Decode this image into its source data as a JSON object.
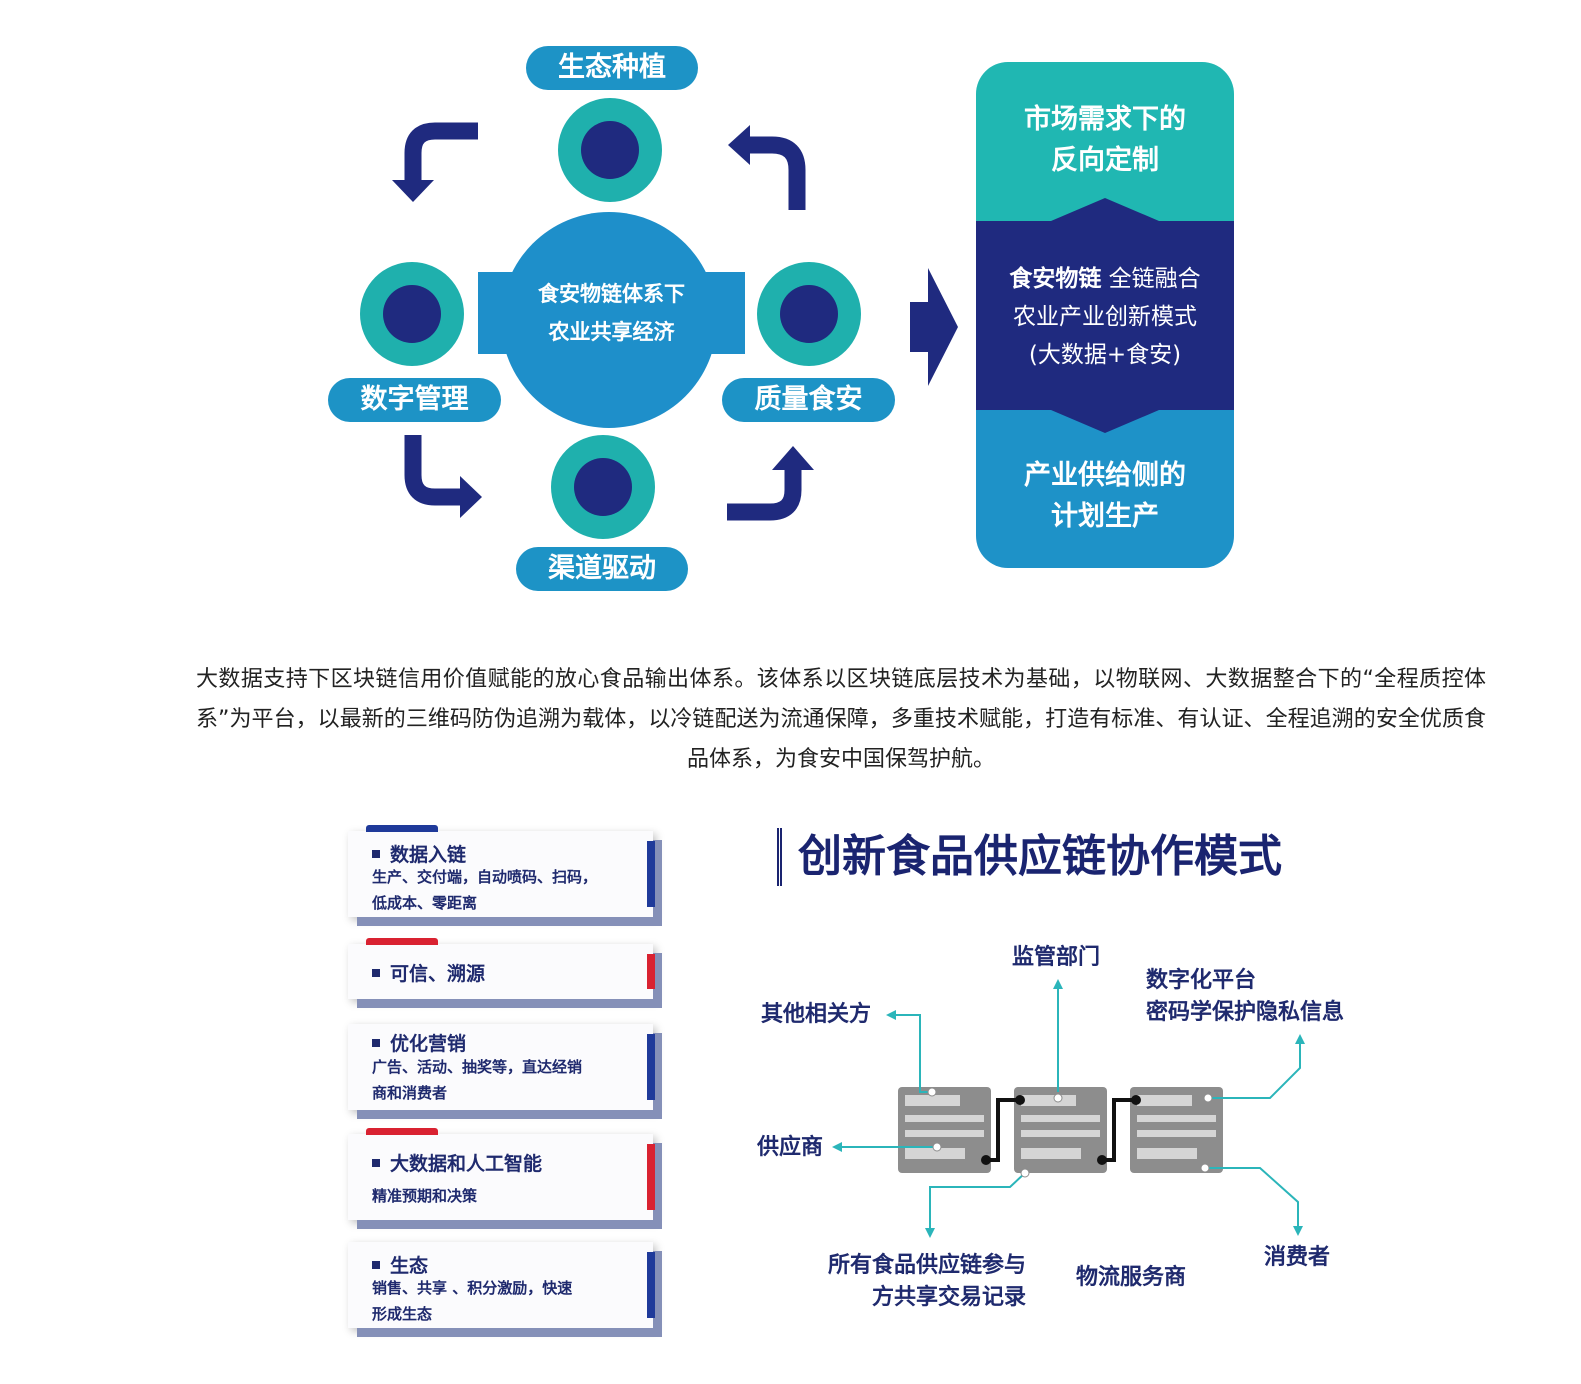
{
  "ecosystem": {
    "center": {
      "line1": "食安物链体系下",
      "line2": "农业共享经济"
    },
    "nodes": {
      "top": "生态种植",
      "left": "数字管理",
      "right": "质量食安",
      "bottom": "渠道驱动"
    }
  },
  "stack": {
    "top": {
      "line1": "市场需求下的",
      "line2": "反向定制"
    },
    "middle": {
      "brand": "食安物链",
      "line1_rest": "全链融合",
      "line2": "农业产业创新模式",
      "line3": "(大数据+食安)"
    },
    "bottom": {
      "line1": "产业供给侧的",
      "line2": "计划生产"
    }
  },
  "paragraph": "大数据支持下区块链信用价值赋能的放心食品输出体系。该体系以区块链底层技术为基础，以物联网、大数据整合下的“全程质控体系”为平台，以最新的三维码防伪追溯为载体，以冷链配送为流通保障，多重技术赋能，打造有标准、有认证、全程追溯的安全优质食品体系，为食安中国保驾护航。",
  "cards": [
    {
      "title": "数据入链",
      "desc1": "生产、交付端，自动喷码、扫码，",
      "desc2": "低成本、零距离",
      "accent": "#1f3a9a"
    },
    {
      "title": "可信、溯源",
      "desc1": "",
      "desc2": "",
      "accent": "#d92231"
    },
    {
      "title": "优化营销",
      "desc1": "广告、活动、抽奖等，直达经销",
      "desc2": "商和消费者",
      "accent": "#1f3a9a"
    },
    {
      "title": "大数据和人工智能",
      "desc1": "精准预期和决策",
      "desc2": "",
      "accent": "#d92231"
    },
    {
      "title": "生态",
      "desc1": "销售、共享 、积分激励，快速",
      "desc2": "形成生态",
      "accent": "#1f3a9a"
    }
  ],
  "supply_chain": {
    "title": "创新食品供应链协作模式",
    "labels": {
      "regulator": "监管部门",
      "others": "其他相关方",
      "platform_line1": "数字化平台",
      "platform_line2": "密码学保护隐私信息",
      "supplier": "供应商",
      "participants_line1": "所有食品供应链参与",
      "participants_line2": "方共享交易记录",
      "logistics": "物流服务商",
      "consumer": "消费者"
    }
  },
  "colors": {
    "navy": "#1f2a7f",
    "teal": "#1fb0ad",
    "blue": "#1e8fca",
    "arrow_teal": "#2bb5ba",
    "block_gray": "#8d8d8d"
  }
}
